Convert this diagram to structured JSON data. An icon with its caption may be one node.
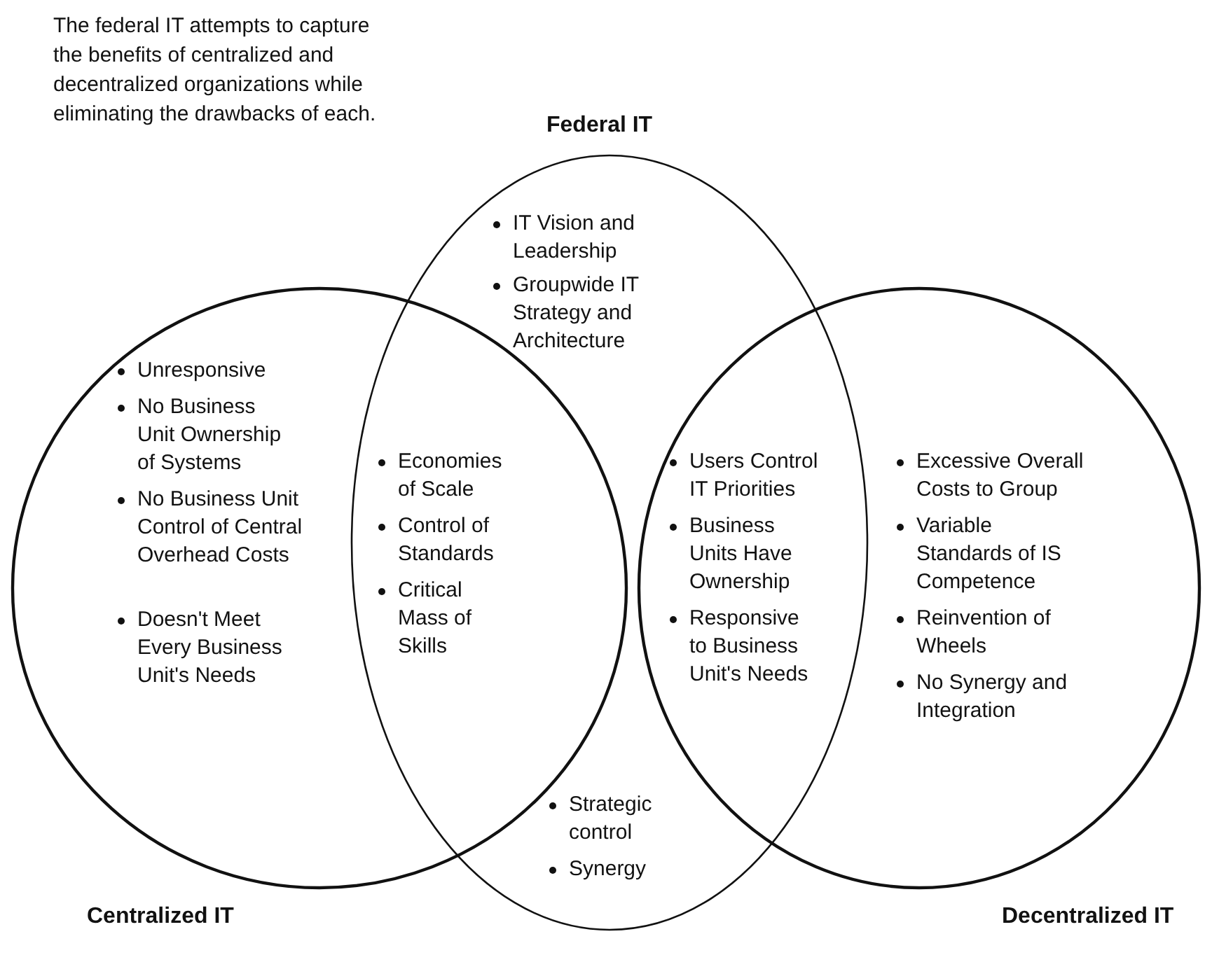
{
  "diagram": {
    "nodes": [
      {
        "text": [
          "Federal IT",
          "IT Vision and Leadership",
          "Groupwide IT Strategy and Architecture",
          "Strategic control",
          "Synergy"
        ]
      },
      {
        "text": [
          "Unresponsive",
          "No Business Unit Ownership of Systems",
          "No Business Unit Control of Central Overhead Costs",
          "Doesn't Meet Every Business Unit's Needs",
          "Centralized IT"
        ]
      },
      {
        "text": [
          "Excessive Overall Costs to Group",
          "Variable Standards of IS Competence",
          "Reinvention of Wheels",
          "No Synergy and Integration",
          "Decentralized IT"
        ]
      }
    ],
    "edges": [],
    "labels": [
      "The federal IT attempts to capture the benefits of centralized and decentralized organizations while eliminating the drawbacks of each.",
      "Economies of Scale",
      "Control of Standards",
      "Critical Mass of Skills",
      "Users Control IT Priorities",
      "Business Units Have Ownership",
      "Responsive to Business Unit's Needs"
    ]
  }
}
